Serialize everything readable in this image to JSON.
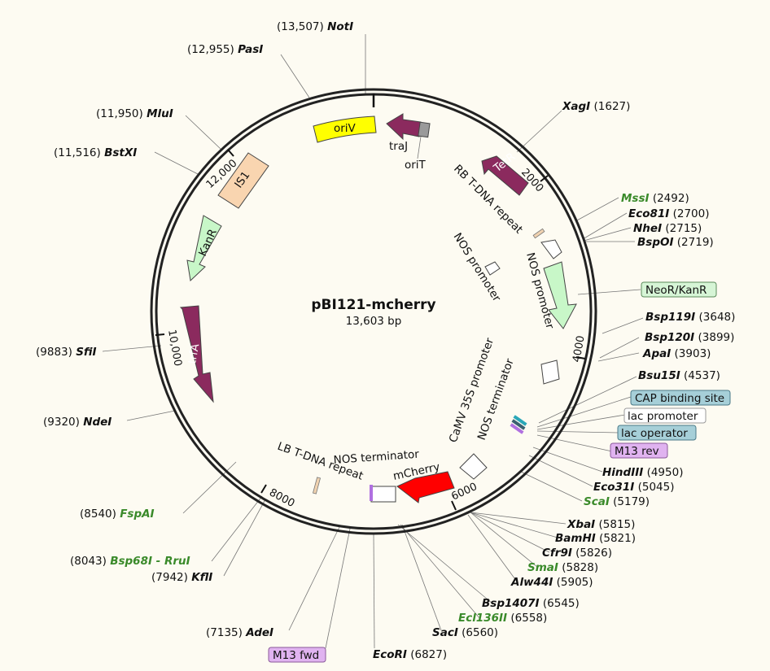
{
  "plasmid": {
    "name": "pBI121-mcherry",
    "length": "13,603 bp"
  },
  "ticks": [
    "2000",
    "4000",
    "6000",
    "8000",
    "10,000",
    "12,000"
  ],
  "colors": {
    "backbone": "#222222",
    "trfA": "#8b2a5e",
    "TetR": "#8b2a5e",
    "traJ": "#8b2a5e",
    "oriV": "#ffff00",
    "mCherry": "#ff0000",
    "KanR": "#c8f7c8",
    "NeoR": "#c8f7c8",
    "IS1": "#f9d5b0",
    "generic": "#ffffff",
    "label_green": "#3a8a2a",
    "promoter_box": "#a6cfd8",
    "m13_box": "#e0b3f0",
    "neor_box": "#d6f5d6"
  },
  "sites": [
    {
      "name": "NotI",
      "pos": "(13,507)",
      "color": "black"
    },
    {
      "name": "PasI",
      "pos": "(12,955)",
      "color": "black"
    },
    {
      "name": "MluI",
      "pos": "(11,950)",
      "color": "black"
    },
    {
      "name": "BstXI",
      "pos": "(11,516)",
      "color": "black"
    },
    {
      "name": "SfiI",
      "pos": "(9883)",
      "color": "black"
    },
    {
      "name": "NdeI",
      "pos": "(9320)",
      "color": "black"
    },
    {
      "name": "FspAI",
      "pos": "(8540)",
      "color": "green"
    },
    {
      "name": "Bsp68I - RruI",
      "pos": "(8043)",
      "color": "green"
    },
    {
      "name": "KflI",
      "pos": "(7942)",
      "color": "black"
    },
    {
      "name": "AdeI",
      "pos": "(7135)",
      "color": "black"
    },
    {
      "name": "EcoRI",
      "pos": "(6827)",
      "color": "black"
    },
    {
      "name": "SacI",
      "pos": "(6560)",
      "color": "black"
    },
    {
      "name": "Ecl136II",
      "pos": "(6558)",
      "color": "green"
    },
    {
      "name": "Bsp1407I",
      "pos": "(6545)",
      "color": "black"
    },
    {
      "name": "Alw44I",
      "pos": "(5905)",
      "color": "black"
    },
    {
      "name": "SmaI",
      "pos": "(5828)",
      "color": "green"
    },
    {
      "name": "Cfr9I",
      "pos": "(5826)",
      "color": "black"
    },
    {
      "name": "BamHI",
      "pos": "(5821)",
      "color": "black"
    },
    {
      "name": "XbaI",
      "pos": "(5815)",
      "color": "black"
    },
    {
      "name": "ScaI",
      "pos": "(5179)",
      "color": "green"
    },
    {
      "name": "Eco31I",
      "pos": "(5045)",
      "color": "black"
    },
    {
      "name": "HindIII",
      "pos": "(4950)",
      "color": "black"
    },
    {
      "name": "Bsu15I",
      "pos": "(4537)",
      "color": "black"
    },
    {
      "name": "ApaI",
      "pos": "(3903)",
      "color": "black"
    },
    {
      "name": "Bsp120I",
      "pos": "(3899)",
      "color": "black"
    },
    {
      "name": "Bsp119I",
      "pos": "(3648)",
      "color": "black"
    },
    {
      "name": "BspOI",
      "pos": "(2719)",
      "color": "black"
    },
    {
      "name": "NheI",
      "pos": "(2715)",
      "color": "black"
    },
    {
      "name": "Eco81I",
      "pos": "(2700)",
      "color": "black"
    },
    {
      "name": "MssI",
      "pos": "(2492)",
      "color": "green"
    },
    {
      "name": "XagI",
      "pos": "(1627)",
      "color": "black"
    }
  ],
  "boxed_labels": [
    {
      "text": "NeoR/KanR",
      "kind": "neor_box"
    },
    {
      "text": "CAP binding site",
      "kind": "promoter_box"
    },
    {
      "text": "lac promoter",
      "kind": "plain_box"
    },
    {
      "text": "lac operator",
      "kind": "promoter_box"
    },
    {
      "text": "M13 rev",
      "kind": "m13_box"
    },
    {
      "text": "M13 fwd",
      "kind": "m13_box"
    }
  ],
  "features": {
    "oriV": "oriV",
    "traJ": "traJ",
    "oriT": "oriT",
    "TetR": "TetR",
    "IS1": "IS1",
    "KanR": "KanR",
    "trfA": "trfA",
    "RB": "RB T-DNA repeat",
    "LB": "LB T-DNA repeat",
    "nosprom1": "NOS promoter",
    "nosprom2": "NOS promoter",
    "camv": "CaMV 35S promoter",
    "nosterm1": "NOS terminator",
    "nosterm2": "NOS terminator",
    "mCherry": "mCherry"
  }
}
